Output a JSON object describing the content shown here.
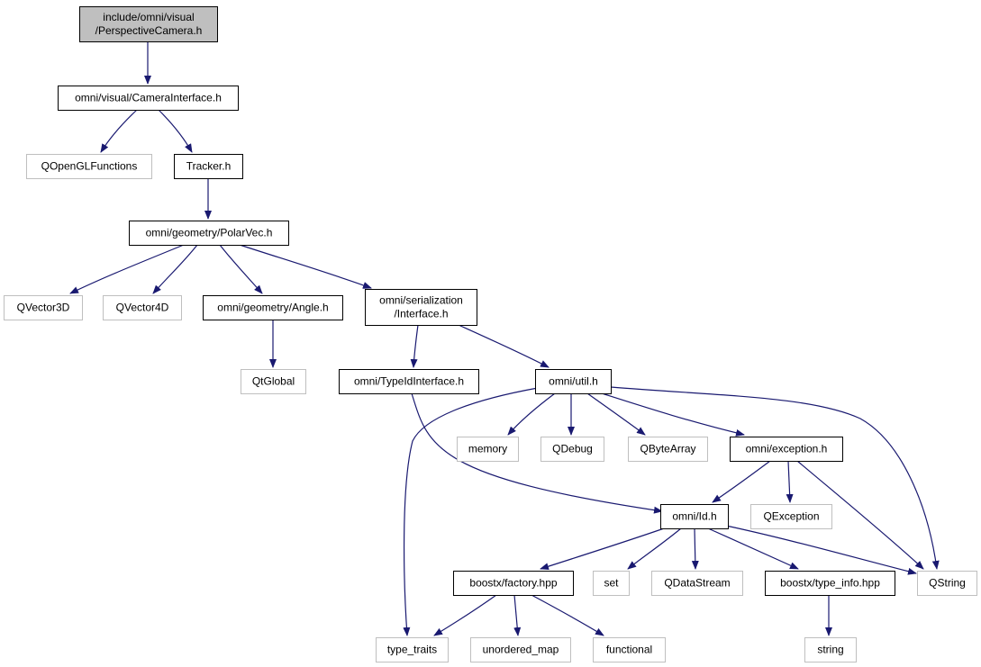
{
  "diagram": {
    "nodes": [
      {
        "id": "root",
        "lines": [
          "include/omni/visual",
          "/PerspectiveCamera.h"
        ],
        "style": "root"
      },
      {
        "id": "camif",
        "lines": [
          "omni/visual/CameraInterface.h"
        ],
        "style": "file"
      },
      {
        "id": "qoglf",
        "lines": [
          "QOpenGLFunctions"
        ],
        "style": "external"
      },
      {
        "id": "tracker",
        "lines": [
          "Tracker.h"
        ],
        "style": "file"
      },
      {
        "id": "polarvec",
        "lines": [
          "omni/geometry/PolarVec.h"
        ],
        "style": "file"
      },
      {
        "id": "qvec3",
        "lines": [
          "QVector3D"
        ],
        "style": "external"
      },
      {
        "id": "qvec4",
        "lines": [
          "QVector4D"
        ],
        "style": "external"
      },
      {
        "id": "angle",
        "lines": [
          "omni/geometry/Angle.h"
        ],
        "style": "file"
      },
      {
        "id": "serif",
        "lines": [
          "omni/serialization",
          "/Interface.h"
        ],
        "style": "file"
      },
      {
        "id": "qtglobal",
        "lines": [
          "QtGlobal"
        ],
        "style": "external"
      },
      {
        "id": "typeid",
        "lines": [
          "omni/TypeIdInterface.h"
        ],
        "style": "file"
      },
      {
        "id": "util",
        "lines": [
          "omni/util.h"
        ],
        "style": "file"
      },
      {
        "id": "memory",
        "lines": [
          "memory"
        ],
        "style": "external"
      },
      {
        "id": "qdebug",
        "lines": [
          "QDebug"
        ],
        "style": "external"
      },
      {
        "id": "qbytearray",
        "lines": [
          "QByteArray"
        ],
        "style": "external"
      },
      {
        "id": "exception",
        "lines": [
          "omni/exception.h"
        ],
        "style": "file"
      },
      {
        "id": "idh",
        "lines": [
          "omni/Id.h"
        ],
        "style": "file"
      },
      {
        "id": "qexception",
        "lines": [
          "QException"
        ],
        "style": "external"
      },
      {
        "id": "factory",
        "lines": [
          "boostx/factory.hpp"
        ],
        "style": "file"
      },
      {
        "id": "set",
        "lines": [
          "set"
        ],
        "style": "external"
      },
      {
        "id": "qdatastream",
        "lines": [
          "QDataStream"
        ],
        "style": "external"
      },
      {
        "id": "typeinfo",
        "lines": [
          "boostx/type_info.hpp"
        ],
        "style": "file"
      },
      {
        "id": "qstring",
        "lines": [
          "QString"
        ],
        "style": "external"
      },
      {
        "id": "typetraits",
        "lines": [
          "type_traits"
        ],
        "style": "external"
      },
      {
        "id": "unordered",
        "lines": [
          "unordered_map"
        ],
        "style": "external"
      },
      {
        "id": "functional",
        "lines": [
          "functional"
        ],
        "style": "external"
      },
      {
        "id": "string",
        "lines": [
          "string"
        ],
        "style": "external"
      }
    ],
    "edges": [
      [
        "root",
        "camif"
      ],
      [
        "camif",
        "qoglf"
      ],
      [
        "camif",
        "tracker"
      ],
      [
        "tracker",
        "polarvec"
      ],
      [
        "polarvec",
        "qvec3"
      ],
      [
        "polarvec",
        "qvec4"
      ],
      [
        "polarvec",
        "angle"
      ],
      [
        "polarvec",
        "serif"
      ],
      [
        "angle",
        "qtglobal"
      ],
      [
        "serif",
        "typeid"
      ],
      [
        "serif",
        "util"
      ],
      [
        "typeid",
        "idh"
      ],
      [
        "util",
        "typetraits"
      ],
      [
        "util",
        "memory"
      ],
      [
        "util",
        "qdebug"
      ],
      [
        "util",
        "qbytearray"
      ],
      [
        "util",
        "exception"
      ],
      [
        "util",
        "qstring"
      ],
      [
        "exception",
        "idh"
      ],
      [
        "exception",
        "qexception"
      ],
      [
        "exception",
        "qstring"
      ],
      [
        "idh",
        "factory"
      ],
      [
        "idh",
        "set"
      ],
      [
        "idh",
        "qdatastream"
      ],
      [
        "idh",
        "typeinfo"
      ],
      [
        "idh",
        "qstring"
      ],
      [
        "factory",
        "typetraits"
      ],
      [
        "factory",
        "unordered"
      ],
      [
        "factory",
        "functional"
      ],
      [
        "typeinfo",
        "string"
      ]
    ],
    "colors": {
      "edge": "#191970",
      "file_border": "#000000",
      "external_border": "#bfbfbf",
      "root_fill": "#bfbfbf",
      "external_text": "#000000"
    }
  }
}
